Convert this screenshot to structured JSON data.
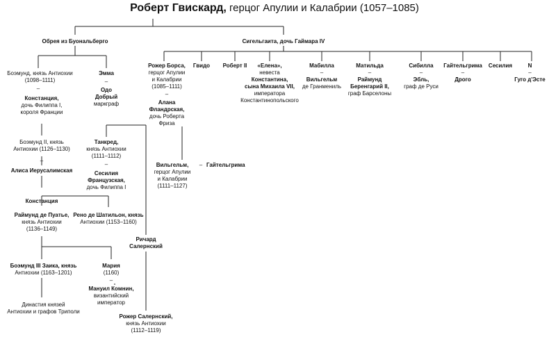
{
  "title": {
    "main": "Роберт Гвискард,",
    "rest": " герцог Апулии и Калабрии (1057–1085)"
  },
  "wife1": "Обрея из Буональберго",
  "wife2": "Сигельгаита, дочь Гаймара IV",
  "bohemond1": [
    "Боэмунд, князь Антиохии",
    "(1098–1111)"
  ],
  "constance1": [
    "Констанция,",
    "дочь Филиппа I,",
    "короля Франции"
  ],
  "bohemond2": [
    "Боэмунд II, князь",
    "Антиохии (1126–1130)"
  ],
  "alice": "Алиса Иерусалимская",
  "constance2": "Констанция",
  "raymond": [
    "Раймунд де Пуатье,",
    "князь Антиохии",
    "(1136–1149)"
  ],
  "reynald": [
    "Рено де Шатильон, князь",
    "Антиохии (1153–1160)"
  ],
  "bohemond3": [
    "Боэмунд III Заика, князь",
    "Антиохии (1163–1201)"
  ],
  "maria": [
    "Мария",
    "(1160)"
  ],
  "manuel": [
    "Мануил Комнин,",
    "византийский",
    "император"
  ],
  "dynasty": [
    "Династия князей",
    "Антиохии и графов Триполи"
  ],
  "emma": "Эмма",
  "odo": [
    "Одо",
    "Добрый",
    "маркграф"
  ],
  "tancred": [
    "Танкред,",
    "князь Антиохии",
    "(1111–1112)"
  ],
  "cecilia": [
    "Сесилия",
    "Французская,",
    "дочь Филиппа I"
  ],
  "richard": [
    "Ричард",
    "Салернский"
  ],
  "roger_salerno": [
    "Рожер Салернский,",
    "князь Антиохии",
    "(1112–1119)"
  ],
  "roger_borsa": [
    "Рожер Борса,",
    "герцог Апулии",
    "и Калабрии",
    "(1085–1111)"
  ],
  "alana": [
    "Алана",
    "Фландрская,",
    "дочь Роберта",
    "Фриза"
  ],
  "william": [
    "Вильгельм,",
    "герцог Апулии",
    "и Калабрии",
    "(1111–1127)"
  ],
  "gaitelgrima_w": "Гайтельгрима",
  "guido": "Гвидо",
  "robert2": "Роберт II",
  "elena": [
    "«Елена»,",
    "невеста",
    "Константина,",
    "сына Михаила VII,",
    "императора",
    "Константинопольского"
  ],
  "mabilla": [
    "Мабилла",
    "–",
    "Вильгельм",
    "де Гранмениль"
  ],
  "matilda": [
    "Матильда",
    "–",
    "Раймунд",
    "Беренгарий II,",
    "граф Барселоны"
  ],
  "sibilla": [
    "Сибилла",
    "–",
    "Эбль,",
    "граф де Руси"
  ],
  "gaitelgrima_d": [
    "Гайтельгрима",
    "–",
    "Дрого"
  ],
  "cecilia_d": "Сесилия",
  "n_daughter": [
    "N",
    "–",
    "Гуго д'Эсте"
  ],
  "dash": "–"
}
